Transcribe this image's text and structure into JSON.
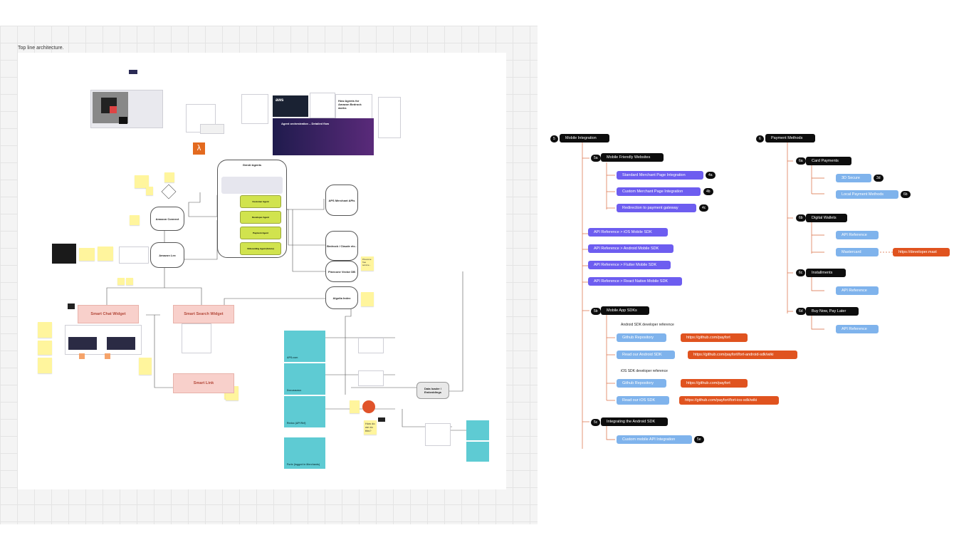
{
  "left": {
    "frame_title": "Top line architecture.",
    "boxes": {
      "genai_title": "GenAI Agents",
      "customer_agent": "Customer Agent",
      "developer_agent": "Developer Agent",
      "payment_agent": "Payment Agent",
      "onboarding_agent": "Onboarding Agent (future)",
      "aps_merchant_apis": "APS Merchant APIs",
      "bedrock": "Bedrock / Claude etc..",
      "pinecone": "Pinecone Vector DB",
      "algolia": "Algolia Index",
      "amazon_connect": "Amazon Connect",
      "amazon_lex": "Amazon Lex",
      "data_loader": "Data loader / Embeddings",
      "agent_orchestration": "Agent orchestration – Detailed flow",
      "aws_article_title": "How Agents for Amazon Bedrock works"
    },
    "widgets": {
      "chat": "Smart Chat Widget",
      "search": "Smart Search Widget",
      "link": "Smart Link"
    },
    "sources": {
      "aps": "APS.com",
      "docusaurus": "Docusaurus",
      "redoc": "Redoc (API Ref)",
      "forte": "Forte (logged in Merchants)"
    },
    "stickies": {
      "how_do": "How do we do this?",
      "pinecone_note": "Pinecone free service..."
    }
  },
  "tree": {
    "mobile": {
      "num": "5",
      "label": "Mobile Integration",
      "websites": {
        "num": "5a",
        "label": "Mobile Friendly Websites",
        "items": [
          {
            "label": "Standard Merchant Page Integration",
            "tag": "4a"
          },
          {
            "label": "Custom Merchant Page Integration",
            "tag": "4b"
          },
          {
            "label": "Redirection to payment gateway",
            "tag": "4c"
          }
        ]
      },
      "api_refs": [
        "API Reference > iOS Mobile SDK",
        "API Reference > Android Mobile SDK",
        "API Reference > Flutter Mobile SDK",
        "API Reference > React Native Mobile SDK"
      ],
      "sdks": {
        "num": "5b",
        "label": "Mobile App SDKs",
        "android_ref": "Android SDK developer reference",
        "ios_ref": "iOS SDK developer reference",
        "android_repo": "Github Repository",
        "android_repo_url": "https://github.com/payfort",
        "android_read": "Read our Android SDK",
        "android_read_url": "https://github.com/payfort/fort-android-sdk/wiki",
        "ios_repo": "Github Repository",
        "ios_repo_url": "https://github.com/payfort",
        "ios_read": "Read our iOS SDK",
        "ios_read_url": "https://github.com/payfort/fort-ios-sdk/wiki"
      },
      "android": {
        "num": "5c",
        "label": "Integrating the Android SDK",
        "item": "Custom mobile API Integration",
        "tag": "5e"
      }
    },
    "payment": {
      "num": "6",
      "label": "Payment Methods",
      "cards": {
        "num": "6a",
        "label": "Card Payments",
        "items": [
          {
            "label": "3D Secure",
            "tag": "3d"
          },
          {
            "label": "Local Payment Methods",
            "tag": "6b"
          }
        ]
      },
      "wallets": {
        "num": "6b",
        "label": "Digital Wallets",
        "api": "API Reference",
        "mastercard": "Mastercard",
        "mastercard_url": "https://developer.mast"
      },
      "installments": {
        "num": "6c",
        "label": "Installments",
        "api": "API Reference"
      },
      "bnpl": {
        "num": "6d",
        "label": "Buy Now, Pay Later",
        "api": "API Reference"
      }
    }
  }
}
